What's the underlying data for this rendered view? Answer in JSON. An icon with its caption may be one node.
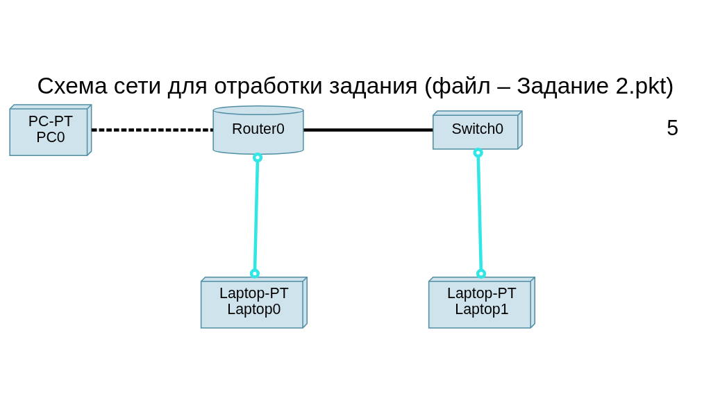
{
  "diagram": {
    "title": "Схема сети для отработки задания (файл – Задание 2.pkt)",
    "nodes": [
      {
        "text": [
          "PC-PT",
          "PC0"
        ]
      },
      {
        "text": [
          "Router0"
        ]
      },
      {
        "text": [
          "Switch0"
        ]
      },
      {
        "text": [
          "Laptop-PT",
          "Laptop0"
        ]
      },
      {
        "text": [
          "Laptop-PT",
          "Laptop1"
        ]
      }
    ],
    "edges": [
      {
        "from": 0,
        "to": 1,
        "arrow": "none",
        "style": "dashed"
      },
      {
        "from": 1,
        "to": 2,
        "arrow": "none"
      },
      {
        "from": 1,
        "to": 3,
        "arrow": "other",
        "color": "#33e6e6"
      },
      {
        "from": 2,
        "to": 4,
        "arrow": "other",
        "color": "#33e6e6"
      }
    ],
    "labels": [
      "5"
    ]
  }
}
